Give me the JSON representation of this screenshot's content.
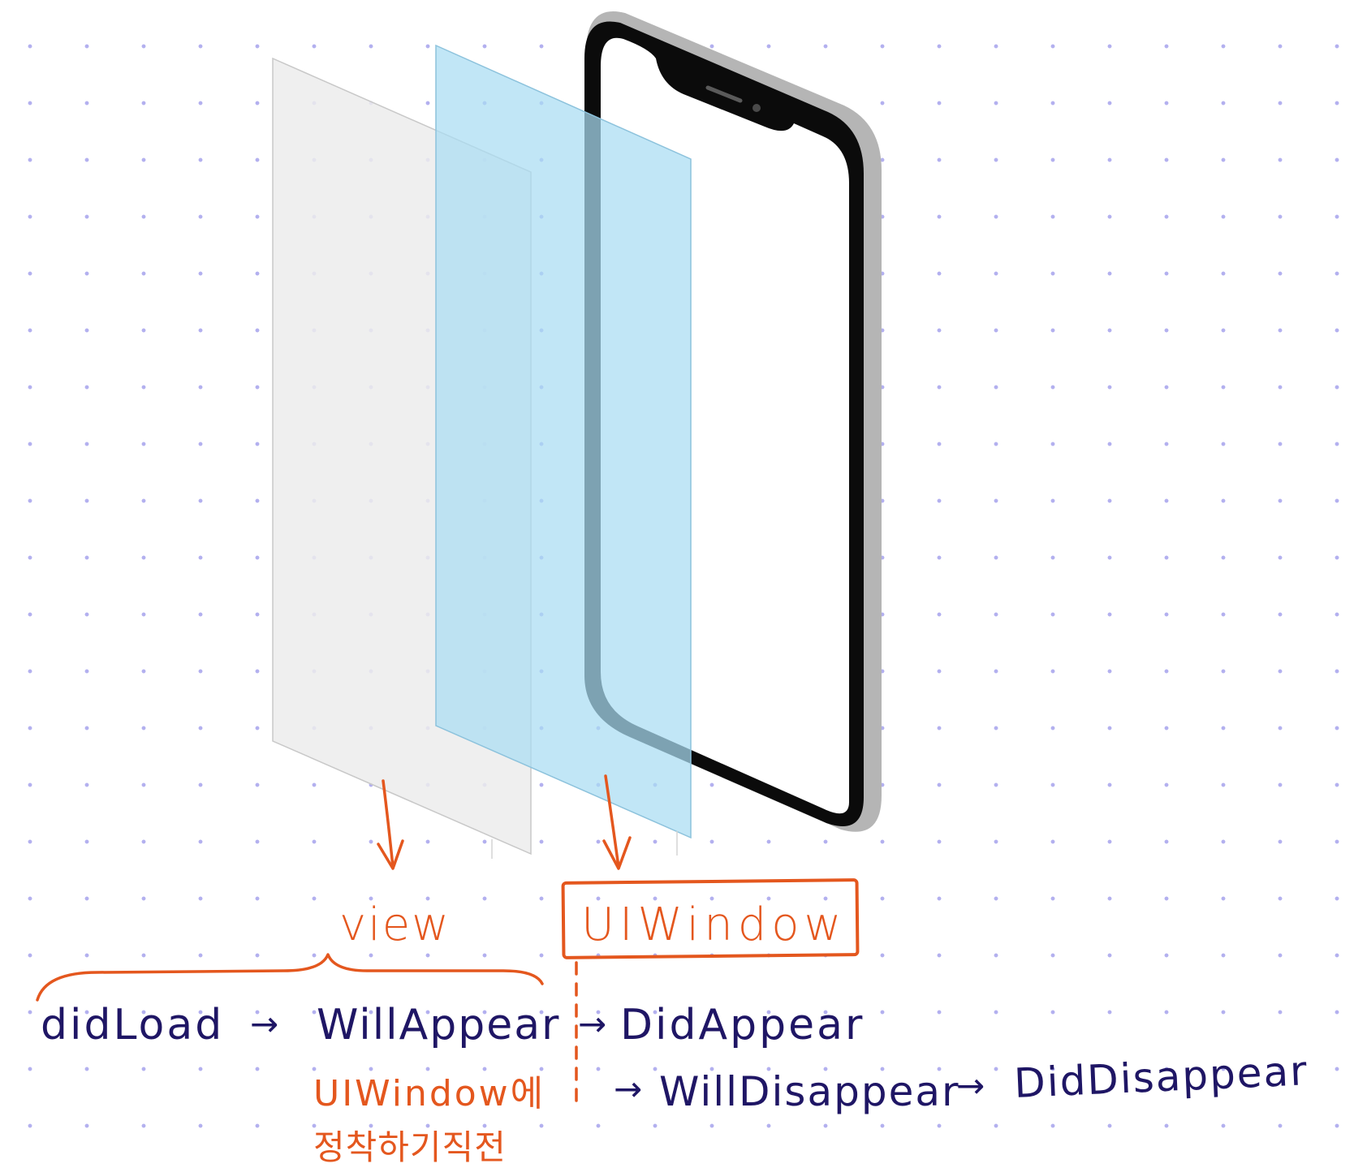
{
  "labels": {
    "view": "view",
    "uiwindow": "UIWindow",
    "did_load": "didLoad",
    "will_appear": "WillAppear",
    "did_appear": "DidAppear",
    "will_disappear": "WillDisappear",
    "did_disappear": "DidDisappear",
    "note_line1": "UIWindow에",
    "note_line2": "정착하기직전",
    "arrow": "→"
  },
  "colors": {
    "background": "#ffffff",
    "grid_dot": "#b3b0ef",
    "annotation_orange": "#e4571e",
    "annotation_navy": "#1f1665",
    "view_layer_fill": "#ececec",
    "window_layer_fill": "#a9dcf3",
    "phone_frame": "#0b0b0b",
    "phone_shadow": "#b5b5b5"
  }
}
